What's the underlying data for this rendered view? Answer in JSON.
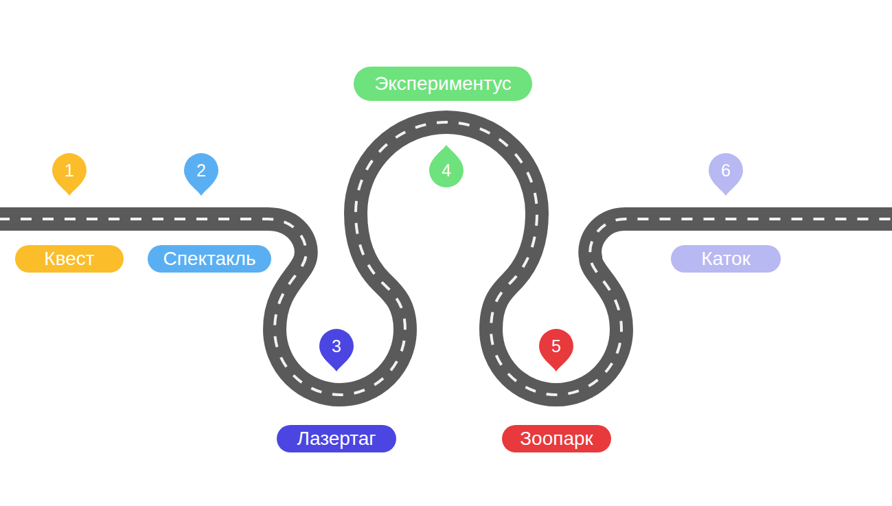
{
  "diagram": {
    "nodes": [
      {
        "text": [
          "1"
        ]
      },
      {
        "text": [
          "Квест"
        ]
      },
      {
        "text": [
          "2"
        ]
      },
      {
        "text": [
          "Спектакль"
        ]
      },
      {
        "text": [
          "3"
        ]
      },
      {
        "text": [
          "Лазертаг"
        ]
      },
      {
        "text": [
          "4"
        ]
      },
      {
        "text": [
          "Экспериментус"
        ]
      },
      {
        "text": [
          "5"
        ]
      },
      {
        "text": [
          "Зоопарк"
        ]
      },
      {
        "text": [
          "6"
        ]
      },
      {
        "text": [
          "Каток"
        ]
      }
    ]
  }
}
